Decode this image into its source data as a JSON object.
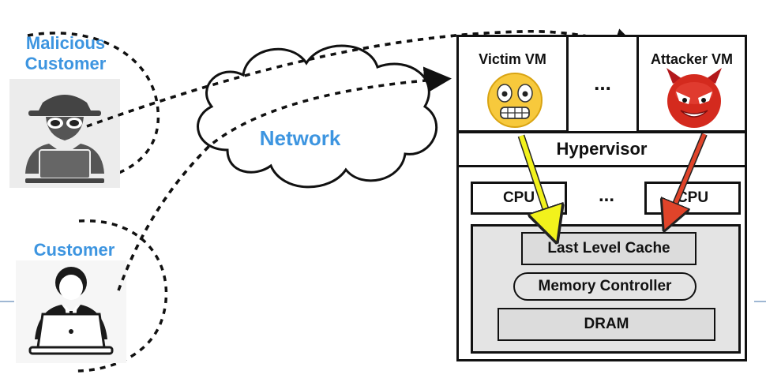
{
  "customers": {
    "malicious_label_line1": "Malicious",
    "malicious_label_line2": "Customer",
    "customer_label": "Customer"
  },
  "network": {
    "label": "Network"
  },
  "server": {
    "victim_vm_label": "Victim VM",
    "attacker_vm_label": "Attacker VM",
    "vm_ellipsis": "...",
    "hypervisor_label": "Hypervisor",
    "cpu_left_label": "CPU",
    "cpu_ellipsis": "...",
    "cpu_right_label": "CPU",
    "llc_label": "Last Level Cache",
    "memory_controller_label": "Memory Controller",
    "dram_label": "DRAM"
  },
  "colors": {
    "label_blue": "#3d95e0",
    "victim_arrow": "#f2f21c",
    "attacker_arrow": "#e0442a",
    "memory_box_fill": "#e4e4e4",
    "llc_fill": "#dcdcdc"
  },
  "icons": {
    "malicious": "hacker-icon",
    "customer": "user-laptop-icon",
    "victim": "scared-emoji-icon",
    "attacker": "devil-emoji-icon",
    "network": "cloud-icon"
  }
}
